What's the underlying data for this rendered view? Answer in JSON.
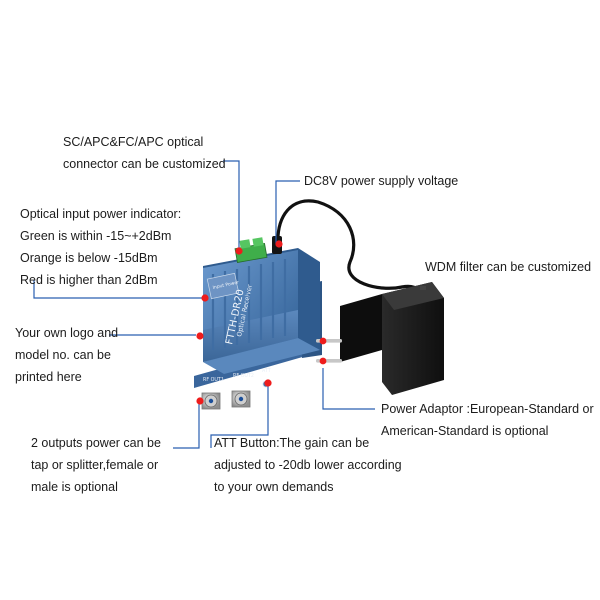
{
  "callouts": {
    "connector": [
      "SC/APC&FC/APC optical",
      "connector can be customized"
    ],
    "power_voltage": [
      "DC8V power supply voltage"
    ],
    "indicator": [
      "Optical input power indicator:",
      "Green is within -15~+2dBm",
      "Orange is below -15dBm",
      "Red is higher than 2dBm"
    ],
    "wdm": [
      "WDM filter can be customized"
    ],
    "logo": [
      "Your own logo and",
      "model no. can be",
      "printed here"
    ],
    "adaptor": [
      "Power Adaptor :European-Standard or",
      "American-Standard is optional"
    ],
    "outputs": [
      "2 outputs power can be",
      "tap or splitter,female or",
      "male is optional"
    ],
    "att": [
      "ATT Button:The gain can be",
      "adjusted to -20db lower according",
      "to your own demands"
    ]
  },
  "device": {
    "title": "Optical Receiver",
    "model": "FTTH-DR20",
    "indicator_label": "Input Power",
    "port1": "RF OUT1",
    "port2": "RF OUT2",
    "att": "ATT"
  },
  "colors": {
    "callout_line": "#2a5fb0",
    "marker": "#ee1c1c",
    "device_body": "#4c7eb2",
    "adaptor": "#1b1b1b"
  }
}
